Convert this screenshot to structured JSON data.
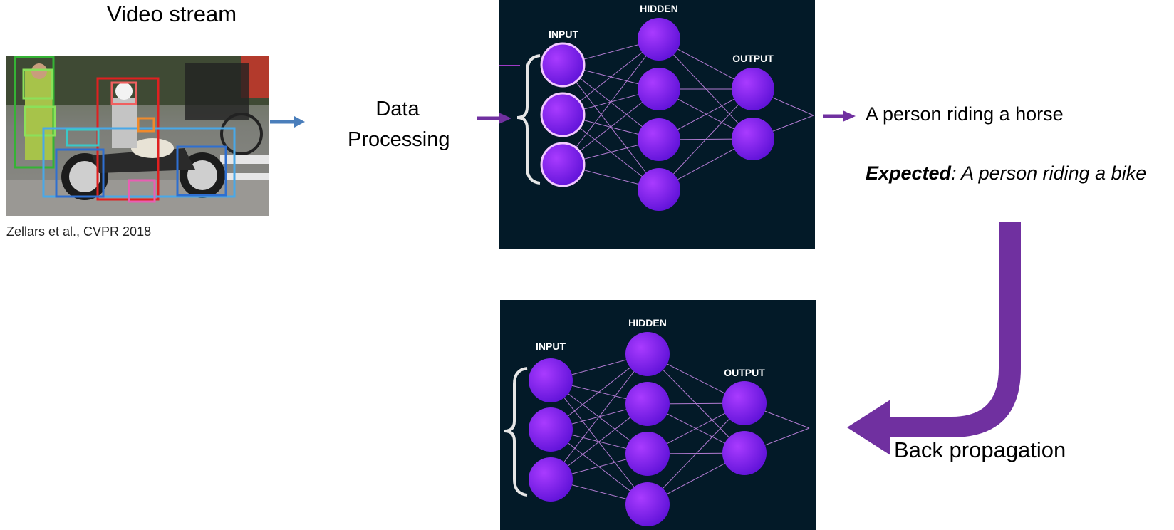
{
  "labels": {
    "video_stream": "Video stream",
    "citation": "Zellars et al., CVPR 2018",
    "data_processing_line1": "Data",
    "data_processing_line2": "Processing",
    "prediction": "A person riding a horse",
    "expected_key": "Expected",
    "expected_rest": ": A person riding a bike",
    "back_propagation": "Back propagation"
  },
  "network_top": {
    "input_label": "INPUT",
    "hidden_label": "HIDDEN",
    "output_label": "OUTPUT"
  },
  "network_bottom": {
    "input_label": "INPUT",
    "hidden_label": "HIDDEN",
    "output_label": "OUTPUT"
  },
  "colors": {
    "nn_background": "#031a28",
    "node_purple": "#8a2be2",
    "pipeline_arrow_blue": "#4a7ebb",
    "pipeline_arrow_purple": "#7030a0"
  }
}
